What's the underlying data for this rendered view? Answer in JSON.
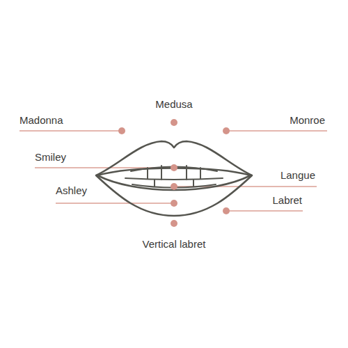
{
  "diagram": {
    "labels": [
      "Medusa",
      "Madonna",
      "Monroe",
      "Smiley",
      "Langue",
      "Ashley",
      "Labret",
      "Vertical labret"
    ]
  }
}
